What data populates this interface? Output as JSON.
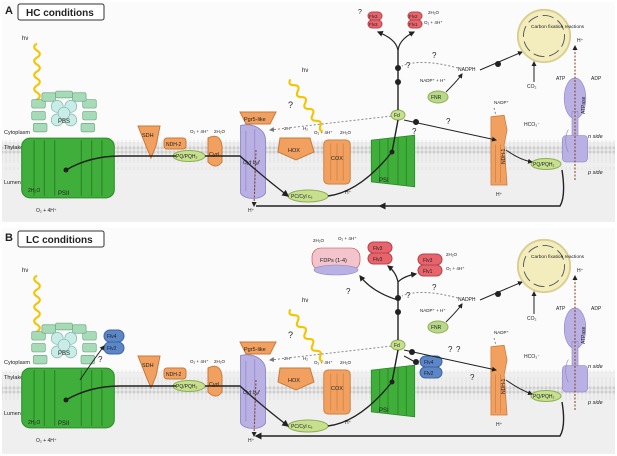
{
  "panels": [
    {
      "letter": "A",
      "title": "HC conditions",
      "labels": {
        "hv1": "hν",
        "hv2": "hν",
        "pbs": "PBS",
        "psii": "PSII",
        "psi": "PSI",
        "sdh": "SDH",
        "ndh2": "NDH-2",
        "pq": "PQ/PQH₂",
        "cyd": "Cyd",
        "cytb6f": "Cyt b₆f",
        "pgr5": "Pgr5-like",
        "hox": "HOX",
        "cox": "COX",
        "pc": "PC/Cyl c₆",
        "fd": "Fd",
        "fnr": "FNR",
        "flv3a": "Flv3",
        "flv3b": "Flv3",
        "flv2": "Flv2",
        "flv1": "Flv1",
        "nadph": "NADPH",
        "nadpreact": "NADP⁺ + H⁺",
        "nadp": "NADP⁺",
        "carbon": "Carbon fixation reactions",
        "co2": "CO₂",
        "hco3": "HCO₃⁻",
        "ndh1": "NDH-1",
        "pq_r": "PQ/PQH₂",
        "atpase": "ATPase",
        "atp": "ATP",
        "adp": "ADP",
        "h_top": "H⁺",
        "nside": "n side",
        "pside": "p side",
        "cytoplasm": "Cytoplasm",
        "thylakoid": "Thylakoid membrane",
        "lumen": "Lumen",
        "h2o_psii": "2H₂O",
        "o2_psii": "O₂ + 4H⁺",
        "cyd_o2": "O₂ + 4H⁺",
        "cyd_h2o": "2H₂O",
        "hox_2h": "2H⁺",
        "hox_h2": "H₂",
        "cox_o2": "O₂ + 4H⁺",
        "cox_h2o": "2H₂O",
        "flv_h2o": "2H₂O",
        "flv_o2": "O₂ + 4H⁺",
        "h_cyt": "H⁺",
        "h_cox": "H⁺",
        "h_ndh": "H⁺",
        "q1": "?",
        "q2": "?",
        "q3": "?",
        "q4": "?",
        "q5": "?",
        "q6": "?"
      }
    },
    {
      "letter": "B",
      "title": "LC conditions",
      "labels": {
        "hv1": "hν",
        "hv2": "hν",
        "pbs": "PBS",
        "psii": "PSII",
        "psi": "PSI",
        "flv4": "Flv4",
        "flv2_ii": "Flv2",
        "sdh": "SDH",
        "ndh2": "NDH-2",
        "pq": "PQ/PQH₂",
        "cyd": "Cyd",
        "cytb6f": "Cyt b₆f",
        "pgr5": "Pgr5-like",
        "hox": "HOX",
        "cox": "COX",
        "pc": "PC/Cyl c₆",
        "fd": "Fd",
        "fnr": "FNR",
        "fdps": "FDPs (1-4)",
        "fdps_h2o": "2H₂O",
        "fdps_o2": "O₂ + 4H⁺",
        "flv3a": "Flv3",
        "flv3b": "Flv3",
        "flv3c": "Flv3",
        "flv1": "Flv1",
        "flv4_psi": "Flv4",
        "flv2_psi": "Flv2",
        "nadph": "NADPH",
        "nadpreact": "NADP⁺ + H⁺",
        "nadp": "NADP⁺",
        "carbon": "Carbon fixation reactions",
        "co2": "CO₂",
        "hco3": "HCO₃⁻",
        "ndh1": "NDH-1",
        "pq_r": "PQ/PQH₂",
        "atpase": "ATPase",
        "atp": "ATP",
        "adp": "ADP",
        "h_top": "H⁺",
        "nside": "n side",
        "pside": "p side",
        "cytoplasm": "Cytoplasm",
        "thylakoid": "Thylakoid membrane",
        "lumen": "Lumen",
        "h2o_psii": "2H₂O",
        "o2_psii": "O₂ + 4H⁺",
        "cyd_o2": "O₂ + 4H⁺",
        "cyd_h2o": "2H₂O",
        "hox_2h": "2H⁺",
        "hox_h2": "H₂",
        "cox_o2": "O₂ + 4H⁺",
        "cox_h2o": "2H₂O",
        "flv_h2o": "2H₂O",
        "flv_o2": "O₂ + 4H⁺",
        "h_cyt": "H⁺",
        "h_cox": "H⁺",
        "h_ndh": "H⁺",
        "q1": "?",
        "q2": "?",
        "q3": "?",
        "q4": "?",
        "q5": "?",
        "q6": "?",
        "q7": "?",
        "q8": "?"
      }
    }
  ],
  "colors": {
    "psii": "#3fae3a",
    "psi": "#3fae3a",
    "pbs": "#a7dbb8",
    "pbs_core": "#c9ece6",
    "orange": "#f2a060",
    "purple": "#b9b1e4",
    "flv_red": "#e8646c",
    "flv_blue": "#5b86c8",
    "fnr_green": "#b9d888",
    "carbon": "#f3ecbd",
    "membrane": "#e2e2e2",
    "light": "#f5c400"
  }
}
